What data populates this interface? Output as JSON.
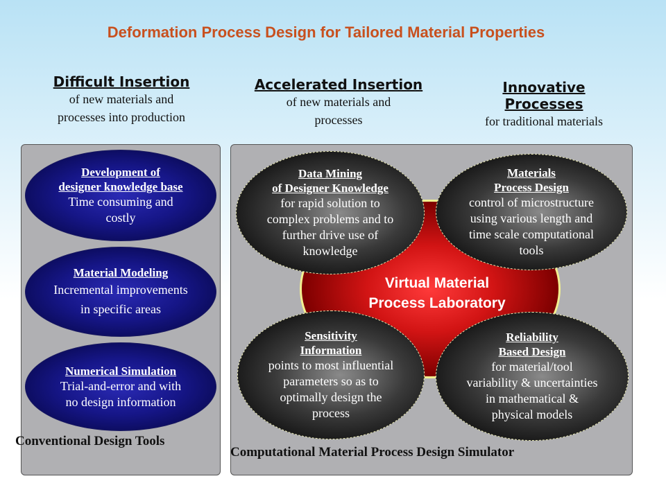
{
  "title": "Deformation Process Design for Tailored Material Properties",
  "columns": [
    {
      "heading": "Difficult Insertion",
      "sub1": "of new materials and",
      "sub2": "processes into production"
    },
    {
      "heading": "Accelerated Insertion",
      "sub1": "of new materials and",
      "sub2": "processes"
    },
    {
      "heading1": "Innovative",
      "heading2": "Processes",
      "sub1": "for traditional materials"
    }
  ],
  "left": {
    "label": "Conventional Design Tools",
    "items": [
      {
        "t1": "Development of",
        "t2": "designer knowledge base",
        "b1": "Time consuming and",
        "b2": "costly"
      },
      {
        "t1": "Material Modeling",
        "b1": "Incremental improvements",
        "b2": "in specific areas"
      },
      {
        "t1": "Numerical Simulation",
        "b1": "Trial-and-error and with",
        "b2": "no design information"
      }
    ]
  },
  "right": {
    "label": "Computational Material Process Design Simulator",
    "center1": "Virtual Material",
    "center2": "Process Laboratory",
    "items": [
      {
        "t1": "Data Mining",
        "t2": "of Designer Knowledge",
        "b1": "for rapid solution to",
        "b2": "complex problems and to",
        "b3": "further drive use of",
        "b4": "knowledge"
      },
      {
        "t1": "Materials",
        "t2": "Process Design",
        "b1": "control of microstructure",
        "b2": "using various length and",
        "b3": "time scale computational",
        "b4": "tools"
      },
      {
        "t1": "Sensitivity",
        "t2": "Information",
        "b1": "points to most influential",
        "b2": "parameters so as to",
        "b3": "optimally design the",
        "b4": "process"
      },
      {
        "t1": "Reliability",
        "t2": "Based Design",
        "b1": "for material/tool",
        "b2": "variability & uncertainties",
        "b3": "in mathematical &",
        "b4": "physical models"
      }
    ]
  }
}
